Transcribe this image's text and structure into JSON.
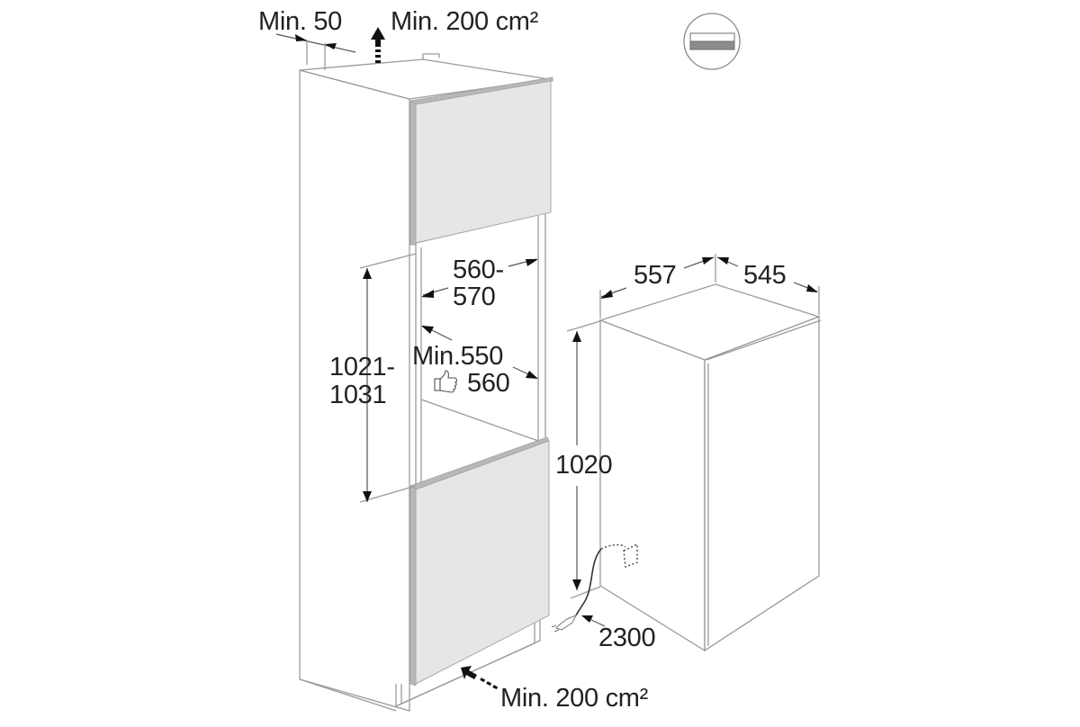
{
  "diagram": {
    "type": "built-in appliance installation dimensions",
    "units": "mm",
    "colors": {
      "line": "#9a9a9a",
      "text": "#222222",
      "panel": "#e6e6e6",
      "background": "#ffffff"
    },
    "top_ventilation": {
      "gap_label": "Min. 50",
      "area_label": "Min. 200 cm²"
    },
    "bottom_ventilation": {
      "area_label": "Min. 200 cm²"
    },
    "niche": {
      "width_line1": "560-",
      "width_line2": "570",
      "depth_line1": "Min.550",
      "depth_recommended": "560",
      "height_line1": "1021-",
      "height_line2": "1031"
    },
    "appliance": {
      "width": "557",
      "depth": "545",
      "height": "1020",
      "cable_length": "2300"
    },
    "icons": {
      "installation_type": "built-in-niche-icon",
      "recommended": "thumbs-up-icon",
      "plug": "power-plug-icon"
    }
  }
}
